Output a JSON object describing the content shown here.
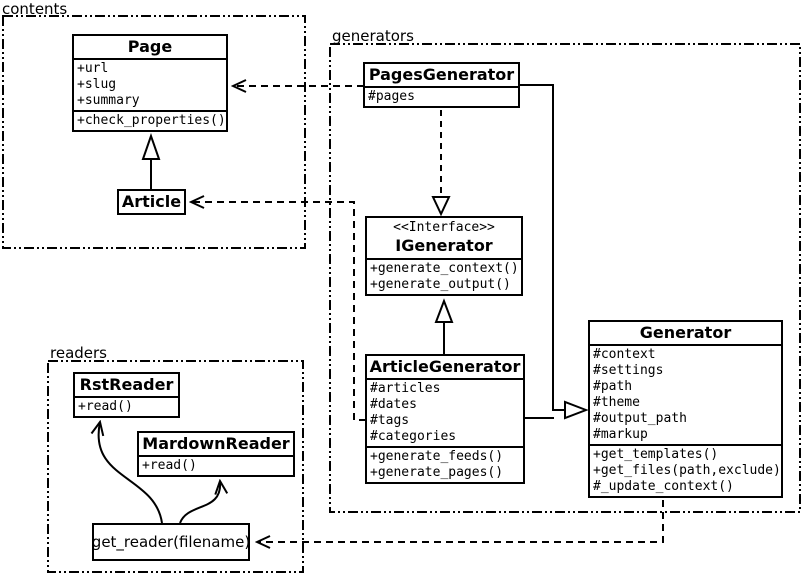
{
  "diagram": {
    "type": "uml-class-diagram"
  },
  "colors": {
    "line": "#000000",
    "background": "#ffffff",
    "box_fill": "#ffffff"
  },
  "packages": {
    "contents": {
      "label": "contents"
    },
    "generators": {
      "label": "generators"
    },
    "readers": {
      "label": "readers"
    }
  },
  "classes": {
    "page": {
      "title": "Page",
      "attributes": [
        "+url",
        "+slug",
        "+summary"
      ],
      "methods": [
        "+check_properties()"
      ]
    },
    "article": {
      "title": "Article"
    },
    "pages_generator": {
      "title": "PagesGenerator",
      "attributes": [
        "#pages"
      ]
    },
    "igenerator": {
      "stereotype": "<<Interface>>",
      "title": "IGenerator",
      "methods": [
        "+generate_context()",
        "+generate_output()"
      ]
    },
    "article_generator": {
      "title": "ArticleGenerator",
      "attributes": [
        "#articles",
        "#dates",
        "#tags",
        "#categories"
      ],
      "methods": [
        "+generate_feeds()",
        "+generate_pages()"
      ]
    },
    "generator": {
      "title": "Generator",
      "attributes": [
        "#context",
        "#settings",
        "#path",
        "#theme",
        "#output_path",
        "#markup"
      ],
      "methods": [
        "+get_templates()",
        "+get_files(path,exclude)",
        "#_update_context()"
      ]
    },
    "rst_reader": {
      "title": "RstReader",
      "methods": [
        "+read()"
      ]
    },
    "mardown_reader": {
      "title": "MardownReader",
      "methods": [
        "+read()"
      ]
    }
  },
  "nodes": {
    "get_reader": {
      "label": "get_reader(filename)"
    }
  },
  "relationships": [
    {
      "from": "Article",
      "to": "Page",
      "type": "inheritance"
    },
    {
      "from": "PagesGenerator",
      "to": "Page",
      "type": "dependency"
    },
    {
      "from": "ArticleGenerator",
      "to": "Article",
      "type": "dependency"
    },
    {
      "from": "PagesGenerator",
      "to": "IGenerator",
      "type": "realization"
    },
    {
      "from": "ArticleGenerator",
      "to": "IGenerator",
      "type": "inheritance"
    },
    {
      "from": "PagesGenerator",
      "to": "Generator",
      "type": "inheritance"
    },
    {
      "from": "ArticleGenerator",
      "to": "Generator",
      "type": "inheritance"
    },
    {
      "from": "Generator",
      "to": "get_reader(filename)",
      "type": "dependency"
    },
    {
      "from": "get_reader(filename)",
      "to": "RstReader",
      "type": "association"
    },
    {
      "from": "get_reader(filename)",
      "to": "MardownReader",
      "type": "association"
    }
  ]
}
